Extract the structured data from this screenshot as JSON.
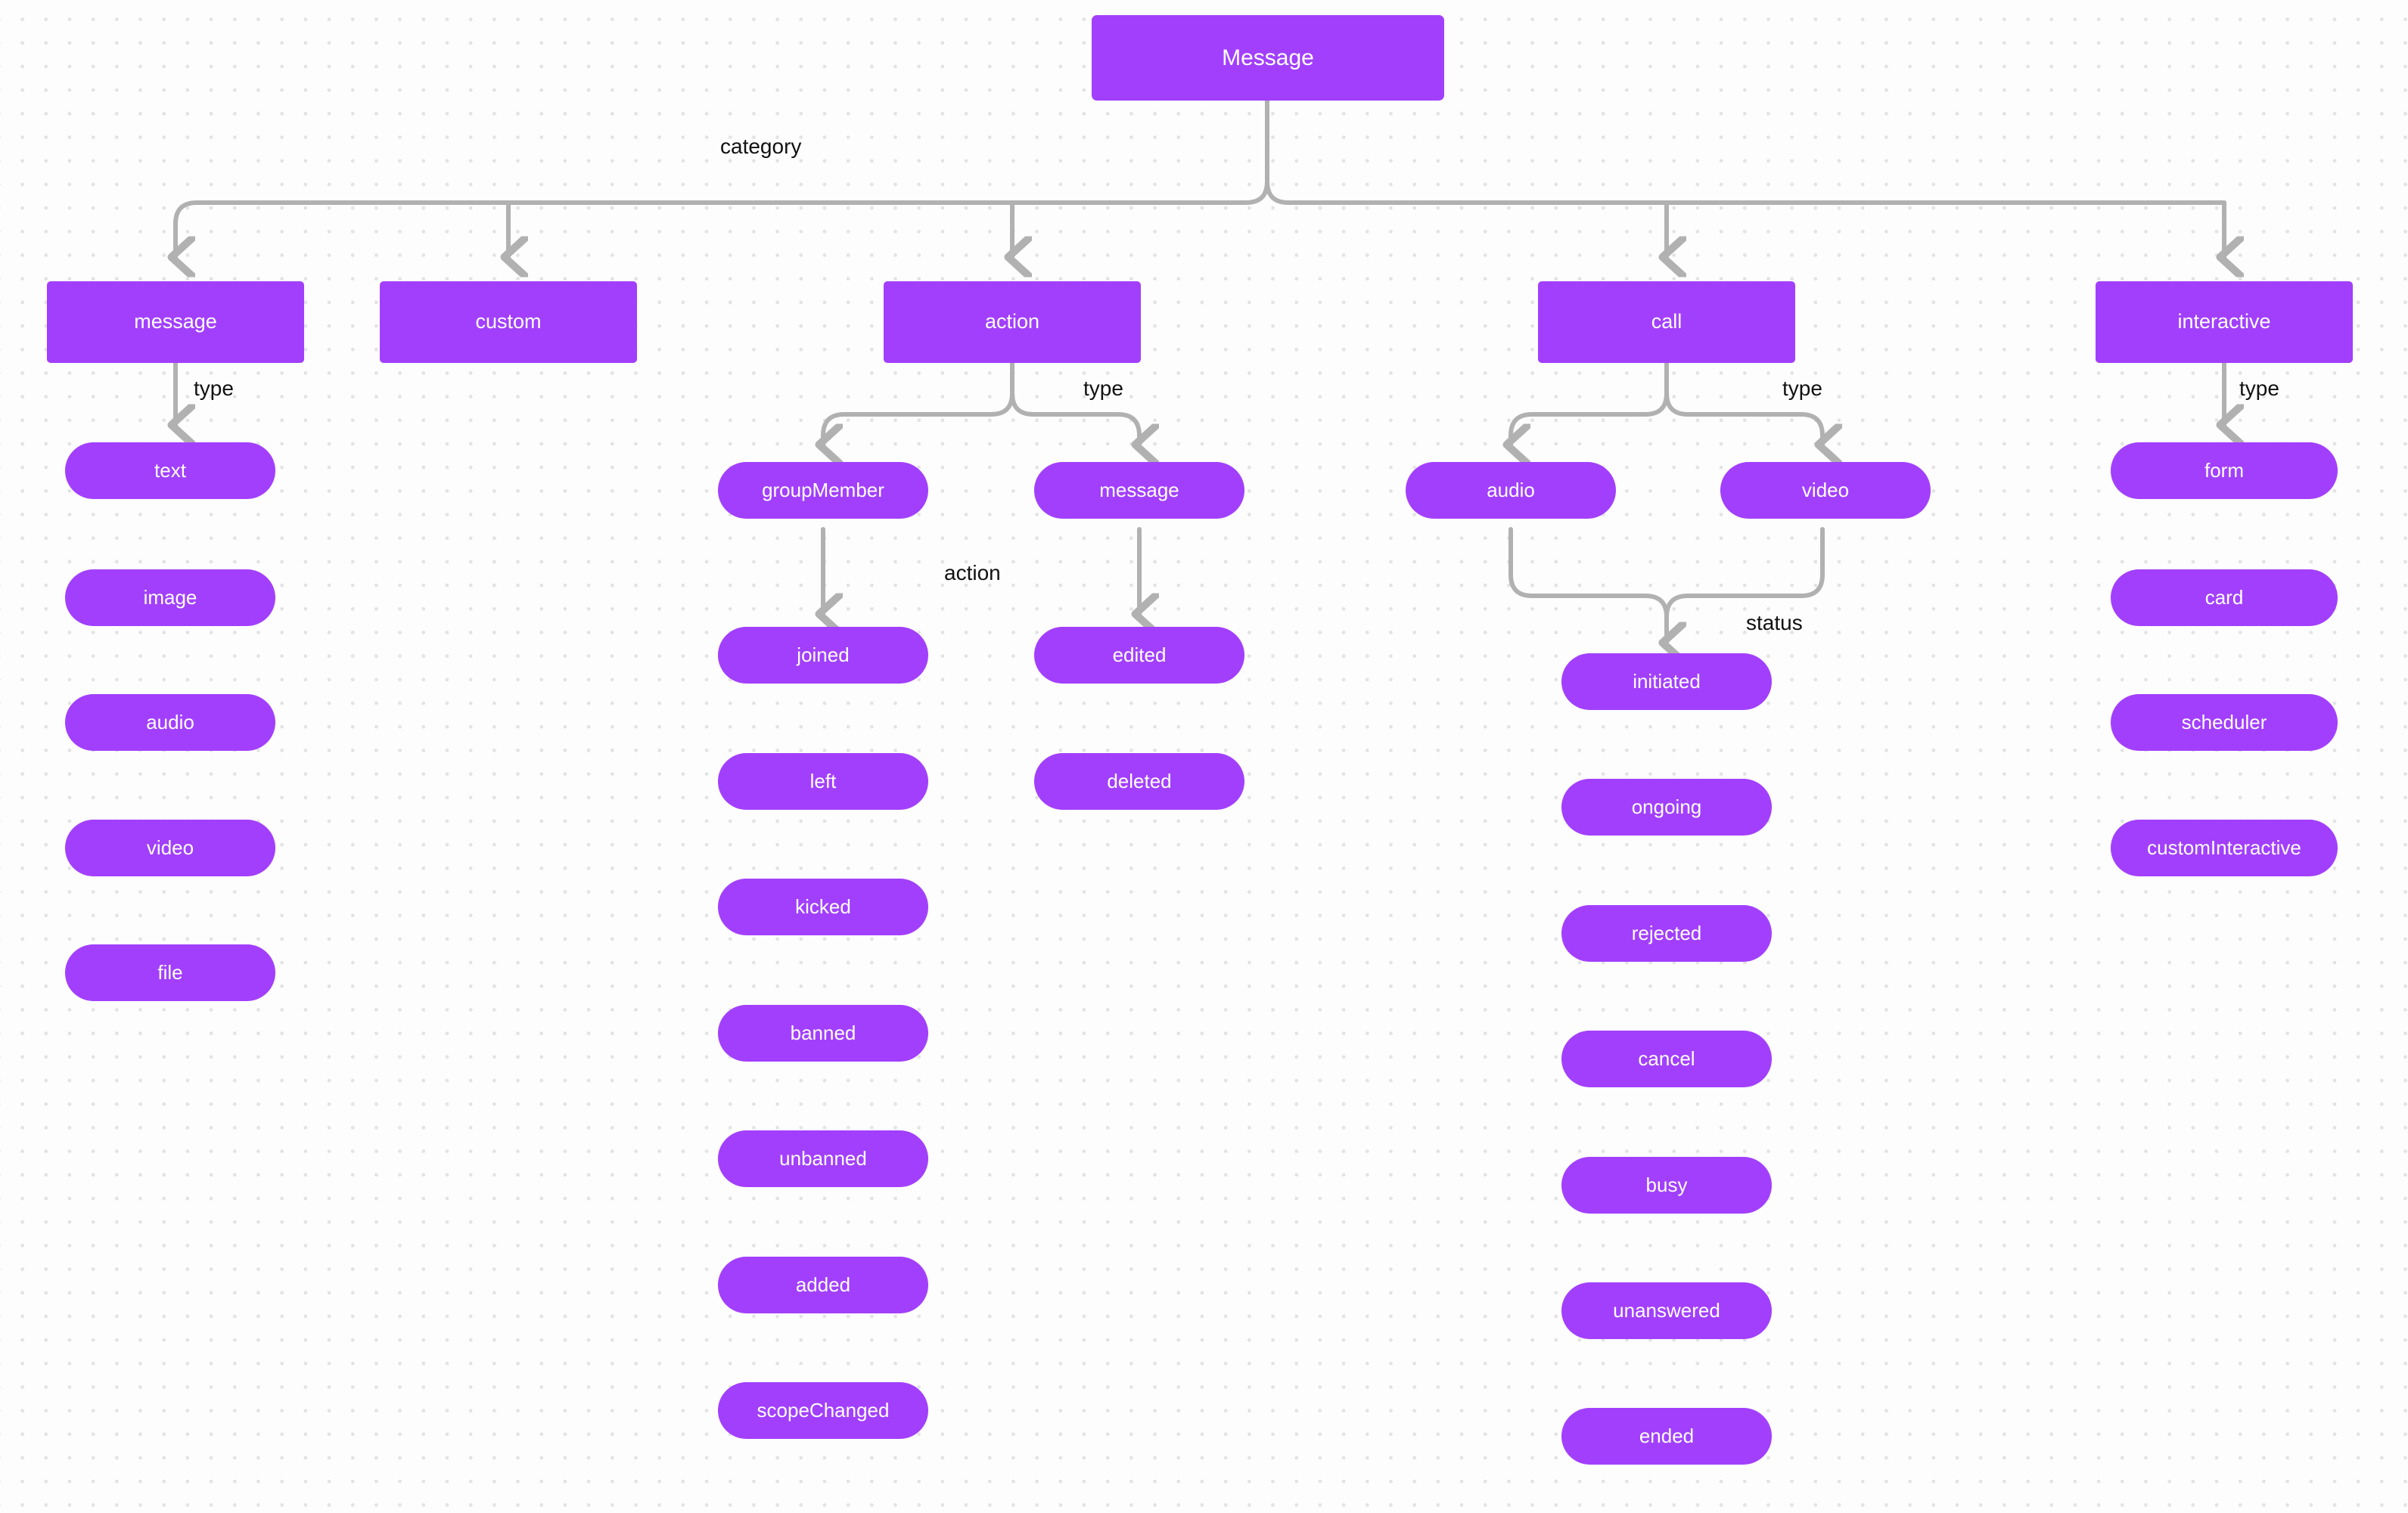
{
  "diagram": {
    "title": "Message",
    "root": {
      "label": "Message"
    },
    "edge_labels": {
      "category": "category",
      "type": "type",
      "action": "action",
      "status": "status"
    },
    "categories": [
      {
        "label": "message"
      },
      {
        "label": "custom"
      },
      {
        "label": "action"
      },
      {
        "label": "call"
      },
      {
        "label": "interactive"
      }
    ],
    "message_types": [
      {
        "label": "text"
      },
      {
        "label": "image"
      },
      {
        "label": "audio"
      },
      {
        "label": "video"
      },
      {
        "label": "file"
      }
    ],
    "action_types": [
      {
        "label": "groupMember"
      },
      {
        "label": "message"
      }
    ],
    "group_member_actions": [
      {
        "label": "joined"
      },
      {
        "label": "left"
      },
      {
        "label": "kicked"
      },
      {
        "label": "banned"
      },
      {
        "label": "unbanned"
      },
      {
        "label": "added"
      },
      {
        "label": "scopeChanged"
      }
    ],
    "message_actions": [
      {
        "label": "edited"
      },
      {
        "label": "deleted"
      }
    ],
    "call_types": [
      {
        "label": "audio"
      },
      {
        "label": "video"
      }
    ],
    "call_statuses": [
      {
        "label": "initiated"
      },
      {
        "label": "ongoing"
      },
      {
        "label": "rejected"
      },
      {
        "label": "cancel"
      },
      {
        "label": "busy"
      },
      {
        "label": "unanswered"
      },
      {
        "label": "ended"
      }
    ],
    "interactive_types": [
      {
        "label": "form"
      },
      {
        "label": "card"
      },
      {
        "label": "scheduler"
      },
      {
        "label": "customInteractive"
      }
    ],
    "colors": {
      "node_fill": "#a23ffc",
      "node_text": "#ffffff",
      "edge_stroke": "#b1b1b1",
      "label_text": "#111111",
      "background": "#fdfdfd",
      "grid_dot": "#e3e3e3"
    }
  }
}
